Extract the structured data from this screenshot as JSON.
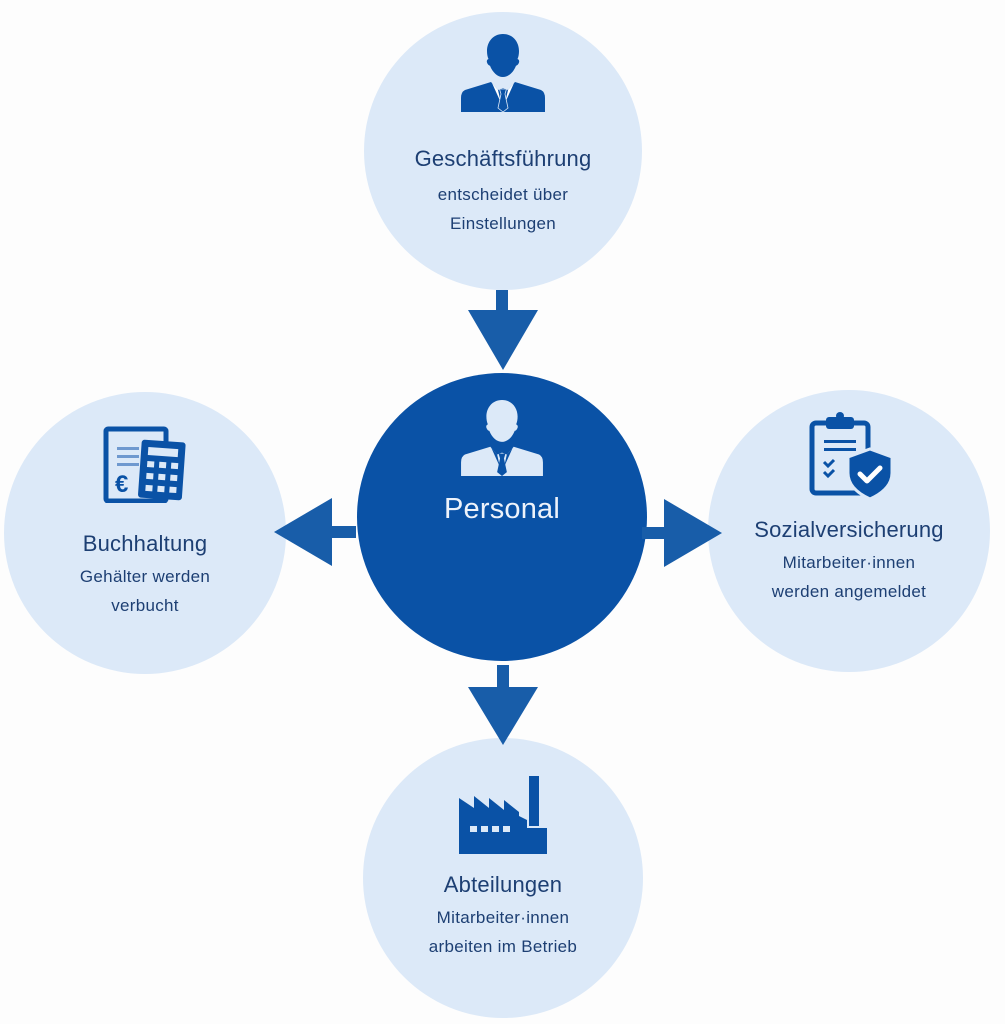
{
  "colors": {
    "accent": "#0a52a6",
    "arrow": "#185da9",
    "node_fill": "#dce9f8",
    "node_text": "#1d3f73",
    "center_text": "#eef3fb"
  },
  "center": {
    "title": "Personal",
    "icon": "businessman-icon"
  },
  "nodes": {
    "top": {
      "title": "Geschäftsführung",
      "lines": [
        "entscheidet über",
        "Einstellungen"
      ],
      "icon": "businessman-icon"
    },
    "left": {
      "title": "Buchhaltung",
      "lines": [
        "Gehälter werden",
        "verbucht"
      ],
      "icon": "accounting-calculator-icon"
    },
    "right": {
      "title": "Sozialversicherung",
      "lines": [
        "Mitarbeiter·innen",
        "werden angemeldet"
      ],
      "icon": "clipboard-shield-icon"
    },
    "bottom": {
      "title": "Abteilungen",
      "lines": [
        "Mitarbeiter·innen",
        "arbeiten im Betrieb"
      ],
      "icon": "factory-icon"
    }
  },
  "arrows": [
    {
      "from": "Geschäftsführung",
      "to": "Personal"
    },
    {
      "from": "Personal",
      "to": "Buchhaltung"
    },
    {
      "from": "Personal",
      "to": "Sozialversicherung"
    },
    {
      "from": "Personal",
      "to": "Abteilungen"
    }
  ]
}
